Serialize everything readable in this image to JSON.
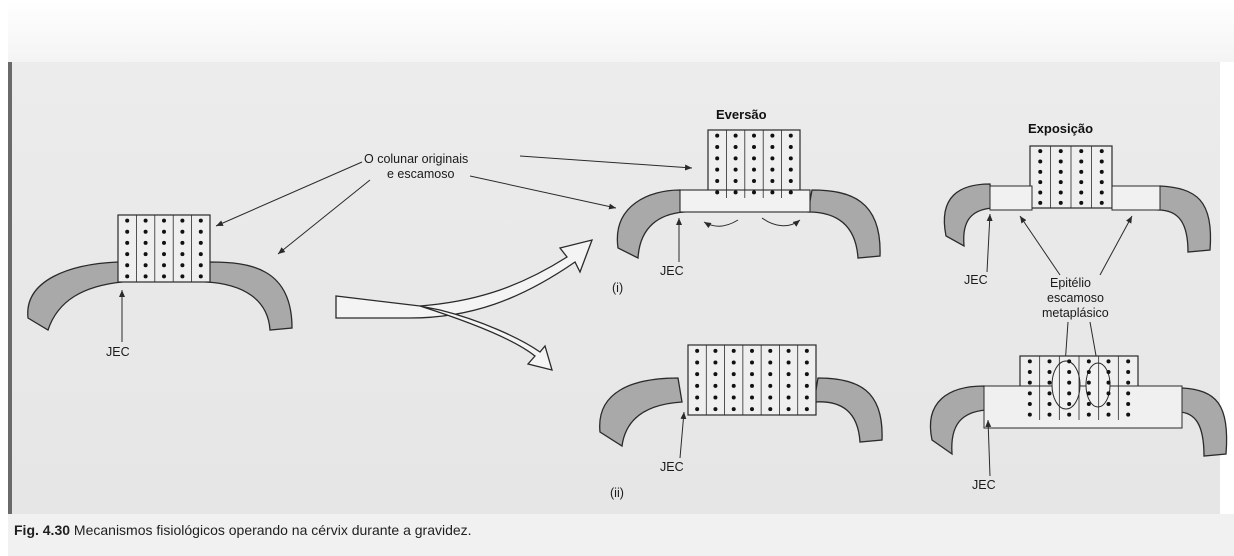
{
  "labels": {
    "original_columnar_line1": "O colunar originais",
    "original_columnar_line2": "e escamoso",
    "jec": "JEC",
    "eversion_title": "Eversão",
    "exposure_title": "Exposição",
    "roman_i": "(i)",
    "roman_ii": "(ii)",
    "metaplastic_line1": "Epitélio",
    "metaplastic_line2": "escamoso",
    "metaplastic_line3": "metaplásico"
  },
  "caption": {
    "number": "Fig. 4.30",
    "text": " Mecanismos fisiológicos operando na cérvix durante a gravidez."
  },
  "colors": {
    "stroma": "#a9a9a9",
    "outline": "#2a2a2a",
    "panel": "#e9e9e9"
  }
}
